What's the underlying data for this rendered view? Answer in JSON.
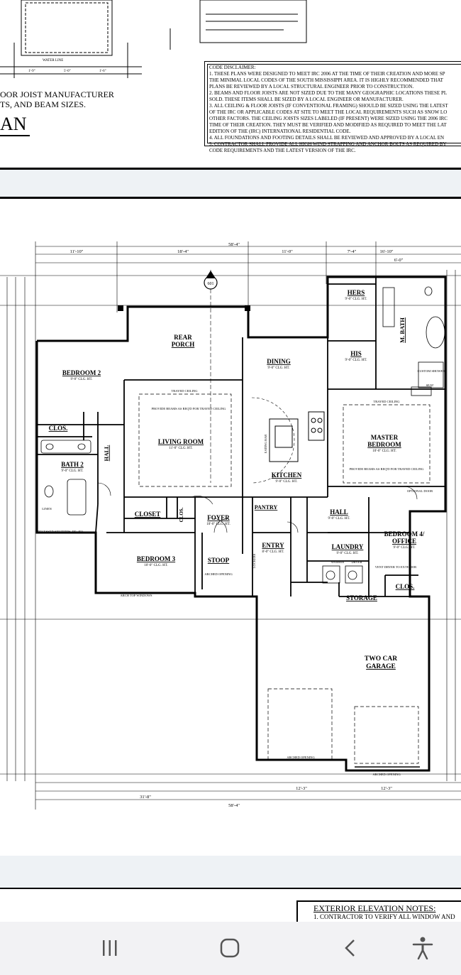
{
  "top_panel": {
    "left_lines": [
      "OOR JOIST MANUFACTURER",
      "TS, AND BEAM SIZES."
    ],
    "title_fragment": "AN",
    "disclaimer": {
      "heading": "CODE DISCLAIMER:",
      "lines": [
        "1. THESE PLANS WERE DESIGNED TO MEET IRC 2006 AT THE TIME OF THEIR CREATION AND MORE SP",
        "THE MINIMAL LOCAL CODES OF THE SOUTH MISSISSIPPI AREA. IT IS HIGHLY RECOMMENDED THAT",
        "PLANS BE REVIEWED BY A LOCAL STRUCTURAL ENGINEER PRIOR TO CONSTRUCTION.",
        "2. BEAMS AND FLOOR JOISTS ARE NOT SIZED DUE TO THE MANY GEOGRAPHIC LOCATIONS THESE PL",
        "SOLD. THESE ITEMS SHALL BE SIZED BY A LOCAL ENGINEER OR MANUFACTURER.",
        "3. ALL CEILING & FLOOR JOISTS (IF CONVENTIONAL FRAMING) SHOULD BE SIZED USING THE LATEST",
        "OF THE IRC OR APPLICABLE CODES AT SITE TO MEET THE LOCAL REQUIREMENTS SUCH AS SNOW LO",
        "OTHER FACTORS. THE CEILING JOISTS SIZES LABELED (IF PRESENT) WERE SIZED USING THE 2006 IRC",
        "TIME OF THEIR CREATION. THEY MUST BE VERIFIED AND MODIFIED AS REQUIRED TO MEET THE LAT",
        "EDITION OF THE (IRC) INTERNATIONAL RESIDENTIAL CODE.",
        "4. ALL FOUNDATIONS AND FOOTING DETAILS SHALL BE REVIEWED AND APPROVED BY A LOCAL EN",
        "5. CONTRACTOR SHALL PROVIDE ALL HIGH WIND STRAPPING AND ANCHOR BOLTS AS REQUIRED BY",
        "CODE REQUIREMENTS AND THE LATEST VERSION OF THE IRC."
      ]
    }
  },
  "plan": {
    "overall_width": "58'-4\"",
    "section_marker": "601",
    "top_dims": [
      "11'-10\"",
      "18'-4\"",
      "11'-0\"",
      "7'-4\"",
      "16'-10\"",
      "6'-0\""
    ],
    "bottom_dims": [
      "31'-8\"",
      "12'-3\"",
      "12'-3\""
    ],
    "rooms": {
      "hers": {
        "name": "HERS",
        "ceiling": "9'-0\" CLG. HT."
      },
      "his": {
        "name": "HIS",
        "ceiling": "9'-0\" CLG. HT."
      },
      "m_bath": {
        "name": "M. BATH"
      },
      "rear_porch": {
        "name_1": "REAR",
        "name_2": "PORCH"
      },
      "bedroom2": {
        "name": "BEDROOM 2",
        "ceiling": "9'-0\" CLG. HT."
      },
      "dining": {
        "name": "DINING",
        "ceiling": "9'-0\" CLG. HT."
      },
      "living": {
        "name": "LIVING ROOM",
        "ceiling": "11'-0\" CLG. HT."
      },
      "master": {
        "name_1": "MASTER",
        "name_2": "BEDROOM",
        "ceiling": "10'-0\" CLG. HT."
      },
      "clos1": {
        "name": "CLOS."
      },
      "hall1": {
        "name": "HALL"
      },
      "bath2": {
        "name": "BATH 2",
        "ceiling": "9'-0\" CLG. HT."
      },
      "kitchen": {
        "name": "KITCHEN",
        "ceiling": "9'-0\" CLG. HT."
      },
      "closet": {
        "name": "CLOSET"
      },
      "clos2": {
        "name": "CLOS."
      },
      "foyer": {
        "name": "FOYER",
        "ceiling": "10'-0\" CLG. HT."
      },
      "pantry": {
        "name": "PANTRY"
      },
      "hall2": {
        "name": "HALL",
        "ceiling": "9'-0\" CLG. HT."
      },
      "bedroom4": {
        "name_1": "BEDROOM 4/",
        "name_2": "OFFICE",
        "ceiling": "9'-0\" CLG. HT."
      },
      "bedroom3": {
        "name": "BEDROOM 3",
        "ceiling": "10'-0\" CLG. HT."
      },
      "stoop": {
        "name": "STOOP"
      },
      "entry": {
        "name": "ENTRY",
        "ceiling": "8'-0\" CLG. HT."
      },
      "laundry": {
        "name": "LAUNDRY",
        "ceiling": "9'-0\" CLG. HT."
      },
      "storage": {
        "name": "STORAGE"
      },
      "clos3": {
        "name": "CLOS."
      },
      "garage": {
        "name_1": "TWO CAR",
        "name_2": "GARAGE"
      }
    },
    "notes": {
      "trayed_ceiling": "TRAYED CEILING",
      "provide_beams": "PROVIDE BEAMS AS REQ'D FOR TRAYED CEILING",
      "arched_opening": "ARCHED OPENING",
      "arch_top_windows": "ARCH TOP WINDOWS",
      "recessed_shutters": "RECESSED SHUTTERS, RE: 403",
      "vent_dryer": "VENT DRYER TO EXTERIOR",
      "optional_door": "OPTIONAL DOOR",
      "custom_shower": "CUSTOM SHOWER",
      "eating_bar": "EATING BAR",
      "washer": "WASHER",
      "dryer": "DRYER",
      "lockers": "LOCKERS",
      "linen": "LINEN",
      "seat": "SEAT"
    }
  },
  "bottom_panel": {
    "heading": "EXTERIOR ELEVATION NOTES:",
    "line1": "1. CONTRACTOR TO VERIFY ALL WINDOW AND"
  },
  "navbar": {
    "recents_icon": "recents-icon",
    "home_icon": "home-icon",
    "back_icon": "back-icon",
    "accessibility_icon": "accessibility-icon"
  }
}
